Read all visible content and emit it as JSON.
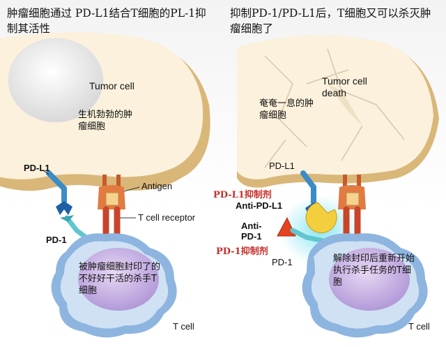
{
  "left": {
    "heading": "肿瘤细胞通过 PD-L1结合T细胞的PL-1抑制其活性",
    "tumor_label": "Tumor cell",
    "tumor_cn": "生机勃勃的肿瘤细胞",
    "pdl1_label": "PD-L1",
    "antigen_label": "Antigen",
    "tcr_label": "T cell receptor",
    "pd1_label": "PD-1",
    "tcell_cn": "被肿瘤细胞封印了的不好好干活的杀手T细胞",
    "tcell_label": "T cell"
  },
  "right": {
    "heading": "抑制PD-1/PD-L1后，T细胞又可以杀灭肿瘤细胞了",
    "tumor_label": "Tumor cell death",
    "tumor_cn": "奄奄一息的肿瘤细胞",
    "pdl1_label": "PD-L1",
    "pdl1_inhibitor_cn": "PD-L1抑制剂",
    "anti_pdl1_label": "Anti-PD-L1",
    "anti_pd1_label": "Anti-PD-1",
    "pd1_inhibitor_cn": "PD-1抑制剂",
    "pd1_label": "PD-1",
    "tcell_cn": "解除封印后重新开始执行杀手任务的T细胞",
    "tcell_label": "T cell"
  }
}
